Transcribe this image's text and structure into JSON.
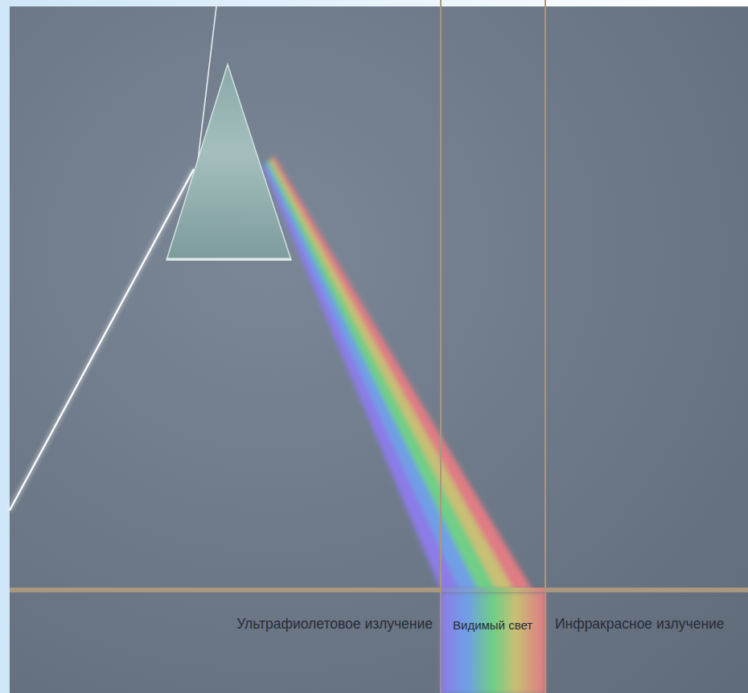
{
  "diagram": {
    "labels": [
      "Ультрафиолетовое излучение",
      "Видимый свет",
      "Инфракрасное излучение"
    ]
  }
}
